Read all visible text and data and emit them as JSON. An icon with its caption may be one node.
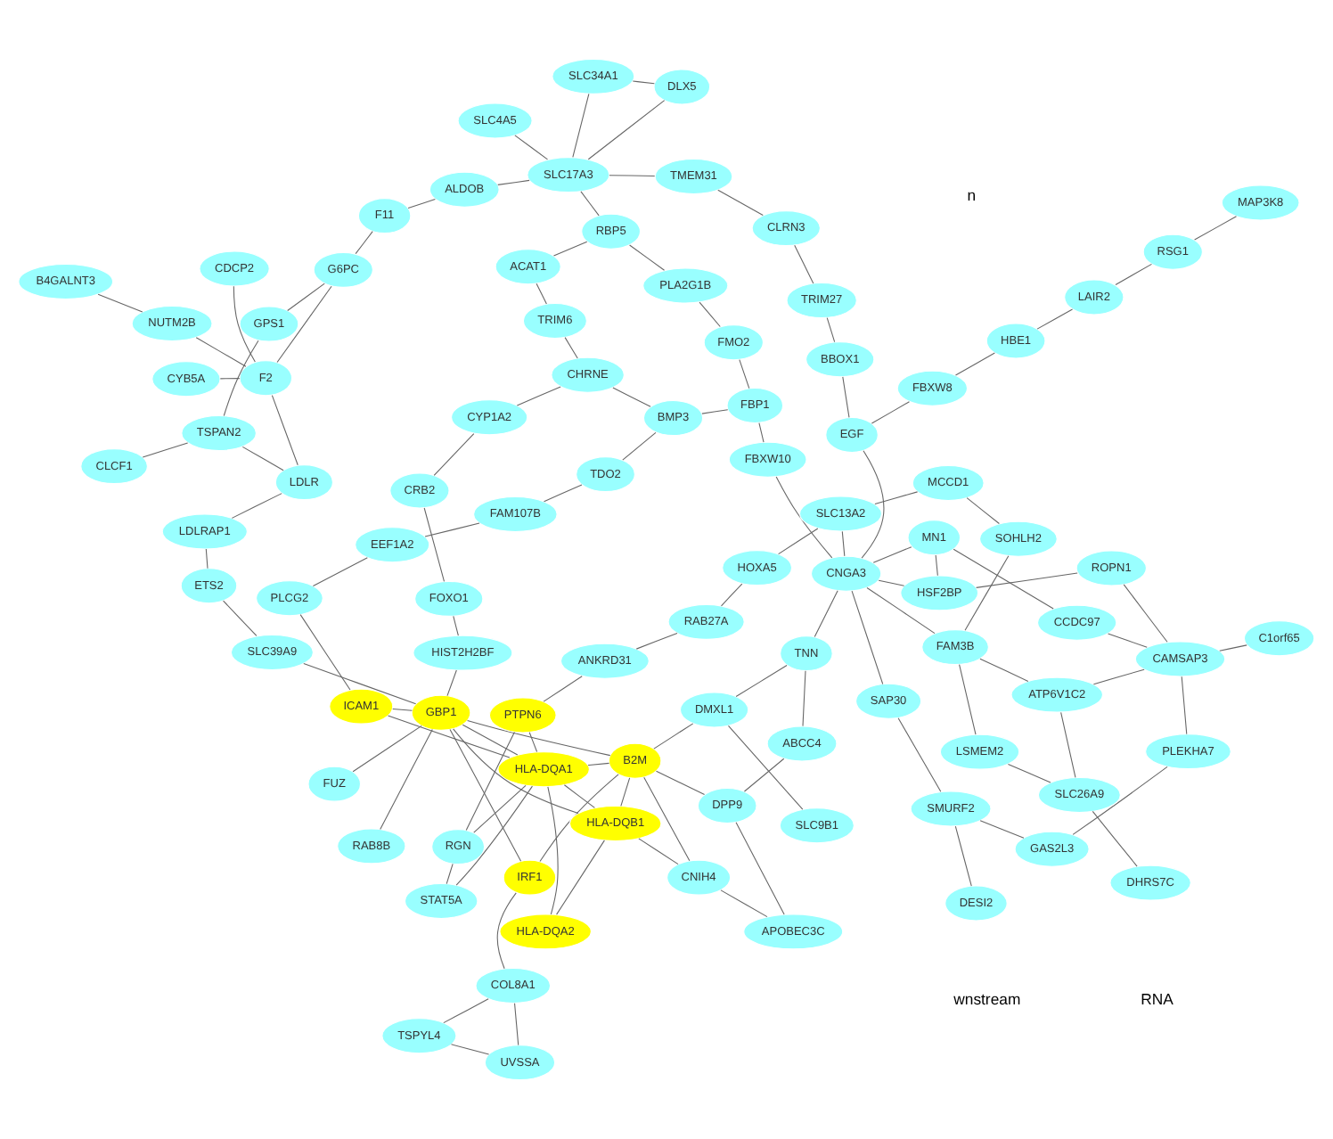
{
  "diagram": {
    "nodes": [
      {
        "text": [
          "PLEKHA7"
        ]
      },
      {
        "text": [
          "C1orf65"
        ]
      },
      {
        "text": [
          "GAS2L3"
        ]
      },
      {
        "text": [
          "DESI2"
        ]
      },
      {
        "text": [
          "CAMSAP3"
        ]
      },
      {
        "text": [
          "DHRS7C"
        ]
      },
      {
        "text": [
          "SLC26A9"
        ]
      },
      {
        "text": [
          "SMURF2"
        ]
      },
      {
        "text": [
          "SLC9B1"
        ]
      },
      {
        "text": [
          "ROPN1"
        ]
      },
      {
        "text": [
          "CCDC97"
        ]
      },
      {
        "text": [
          "SAP30"
        ]
      },
      {
        "text": [
          "DMXL1"
        ]
      },
      {
        "text": [
          "LSMEM2"
        ]
      },
      {
        "text": [
          "ATP6V1C2"
        ]
      },
      {
        "text": [
          "HSF2BP"
        ]
      },
      {
        "text": [
          "MN1"
        ]
      },
      {
        "text": [
          "TNN"
        ]
      },
      {
        "text": [
          "FAM3B"
        ]
      },
      {
        "text": [
          "FBXW10"
        ]
      },
      {
        "text": [
          "UVSSA"
        ]
      },
      {
        "text": [
          "ABCC4"
        ]
      },
      {
        "text": [
          "DPP9"
        ]
      },
      {
        "text": [
          "B2M"
        ]
      },
      {
        "text": [
          "APOBEC3C"
        ]
      },
      {
        "text": [
          "SOHLH2"
        ]
      },
      {
        "text": [
          "CNGA3"
        ]
      },
      {
        "text": [
          "TSPYL4"
        ]
      },
      {
        "text": [
          "COL8A1"
        ]
      },
      {
        "text": [
          "CNIH4"
        ]
      },
      {
        "text": [
          "IRF1"
        ]
      },
      {
        "text": [
          "HLA-DQB1"
        ]
      },
      {
        "text": [
          "HLA-DQA2"
        ]
      },
      {
        "text": [
          "MCCD1"
        ]
      },
      {
        "text": [
          "SLC13A2"
        ]
      },
      {
        "text": [
          "HOXA5"
        ]
      },
      {
        "text": [
          "RAB27A"
        ]
      },
      {
        "text": [
          "ANKRD31"
        ]
      },
      {
        "text": [
          "PTPN6"
        ]
      },
      {
        "text": [
          "RGN"
        ]
      },
      {
        "text": [
          "CLRN3"
        ]
      },
      {
        "text": [
          "TRIM27"
        ]
      },
      {
        "text": [
          "TMEM31"
        ]
      },
      {
        "text": [
          "BBOX1"
        ]
      },
      {
        "text": [
          "EGF"
        ]
      },
      {
        "text": [
          "FBXW8"
        ]
      },
      {
        "text": [
          "HBE1"
        ]
      },
      {
        "text": [
          "LAIR2"
        ]
      },
      {
        "text": [
          "STAT5A"
        ]
      },
      {
        "text": [
          "HLA-DQA1"
        ]
      },
      {
        "text": [
          "SLC34A1"
        ]
      },
      {
        "text": [
          "DLX5"
        ]
      },
      {
        "text": [
          "FBP1"
        ]
      },
      {
        "text": [
          "RSG1"
        ]
      },
      {
        "text": [
          "MAP3K8"
        ]
      },
      {
        "text": [
          "SLC17A3"
        ]
      },
      {
        "text": [
          "SLC4A5"
        ]
      },
      {
        "text": [
          "FMO2"
        ]
      },
      {
        "text": [
          "PLA2G1B"
        ]
      },
      {
        "text": [
          "RBP5"
        ]
      },
      {
        "text": [
          "BMP3"
        ]
      },
      {
        "text": [
          "TDO2"
        ]
      },
      {
        "text": [
          "FAM107B"
        ]
      },
      {
        "text": [
          "EEF1A2"
        ]
      },
      {
        "text": [
          "PLCG2"
        ]
      },
      {
        "text": [
          "ICAM1"
        ]
      },
      {
        "text": [
          "ACAT1"
        ]
      },
      {
        "text": [
          "TRIM6"
        ]
      },
      {
        "text": [
          "CHRNE"
        ]
      },
      {
        "text": [
          "CYP1A2"
        ]
      },
      {
        "text": [
          "CRB2"
        ]
      },
      {
        "text": [
          "FOXO1"
        ]
      },
      {
        "text": [
          "HIST2H2BF"
        ]
      },
      {
        "text": [
          "ALDOB"
        ]
      },
      {
        "text": [
          "F11"
        ]
      },
      {
        "text": [
          "G6PC"
        ]
      },
      {
        "text": [
          "FUZ"
        ]
      },
      {
        "text": [
          "GBP1"
        ]
      },
      {
        "text": [
          "SLC39A9"
        ]
      },
      {
        "text": [
          "CYB5A"
        ]
      },
      {
        "text": [
          "CDCP2"
        ]
      },
      {
        "text": [
          "F2"
        ]
      },
      {
        "text": [
          "GPS1"
        ]
      },
      {
        "text": [
          "CLCF1"
        ]
      },
      {
        "text": [
          "ETS2"
        ]
      },
      {
        "text": [
          "RAB8B"
        ]
      },
      {
        "text": [
          "NUTM2B"
        ]
      },
      {
        "text": [
          "LDLRAP1"
        ]
      },
      {
        "text": [
          "TSPAN2"
        ]
      },
      {
        "text": [
          "B4GALNT3"
        ]
      },
      {
        "text": [
          "LDLR"
        ]
      }
    ],
    "edges": [
      {
        "from": 0,
        "to": 4,
        "arrow": "none"
      },
      {
        "from": 1,
        "to": 4,
        "arrow": "none"
      },
      {
        "from": 0,
        "to": 2,
        "arrow": "none"
      },
      {
        "from": 2,
        "to": 7,
        "arrow": "none"
      },
      {
        "from": 3,
        "to": 7,
        "arrow": "none"
      },
      {
        "from": 7,
        "to": 11,
        "arrow": "none"
      },
      {
        "from": 8,
        "to": 12,
        "arrow": "none"
      },
      {
        "from": 12,
        "to": 17,
        "arrow": "none"
      },
      {
        "from": 12,
        "to": 23,
        "arrow": "none"
      },
      {
        "from": 5,
        "to": 6,
        "arrow": "none"
      },
      {
        "from": 6,
        "to": 13,
        "arrow": "none"
      },
      {
        "from": 6,
        "to": 14,
        "arrow": "none"
      },
      {
        "from": 4,
        "to": 14,
        "arrow": "none"
      },
      {
        "from": 4,
        "to": 9,
        "arrow": "none"
      },
      {
        "from": 4,
        "to": 10,
        "arrow": "none"
      },
      {
        "from": 10,
        "to": 16,
        "arrow": "none"
      },
      {
        "from": 15,
        "to": 16,
        "arrow": "none"
      },
      {
        "from": 15,
        "to": 26,
        "arrow": "none"
      },
      {
        "from": 14,
        "to": 18,
        "arrow": "none"
      },
      {
        "from": 13,
        "to": 18,
        "arrow": "none"
      },
      {
        "from": 9,
        "to": 15,
        "arrow": "none"
      },
      {
        "from": 16,
        "to": 26,
        "arrow": "none"
      },
      {
        "from": 18,
        "to": 26,
        "arrow": "none"
      },
      {
        "from": 19,
        "to": 26,
        "arrow": "none"
      },
      {
        "from": 19,
        "to": 52,
        "arrow": "none"
      },
      {
        "from": 25,
        "to": 33,
        "arrow": "none"
      },
      {
        "from": 26,
        "to": 17,
        "arrow": "none"
      },
      {
        "from": 26,
        "to": 44,
        "arrow": "none"
      },
      {
        "from": 26,
        "to": 34,
        "arrow": "none"
      },
      {
        "from": 17,
        "to": 21,
        "arrow": "none"
      },
      {
        "from": 11,
        "to": 26,
        "arrow": "none"
      },
      {
        "from": 20,
        "to": 28,
        "arrow": "none"
      },
      {
        "from": 23,
        "to": 31,
        "arrow": "none"
      },
      {
        "from": 23,
        "to": 49,
        "arrow": "none"
      },
      {
        "from": 23,
        "to": 77,
        "arrow": "none"
      },
      {
        "from": 23,
        "to": 30,
        "arrow": "none"
      },
      {
        "from": 23,
        "to": 29,
        "arrow": "none"
      },
      {
        "from": 22,
        "to": 23,
        "arrow": "none"
      },
      {
        "from": 31,
        "to": 32,
        "arrow": "none"
      },
      {
        "from": 31,
        "to": 49,
        "arrow": "none"
      },
      {
        "from": 31,
        "to": 77,
        "arrow": "none"
      },
      {
        "from": 32,
        "to": 49,
        "arrow": "none"
      },
      {
        "from": 49,
        "to": 65,
        "arrow": "none"
      },
      {
        "from": 49,
        "to": 77,
        "arrow": "none"
      },
      {
        "from": 38,
        "to": 49,
        "arrow": "none"
      },
      {
        "from": 48,
        "to": 49,
        "arrow": "none"
      },
      {
        "from": 39,
        "to": 49,
        "arrow": "none"
      },
      {
        "from": 65,
        "to": 77,
        "arrow": "none"
      },
      {
        "from": 30,
        "to": 77,
        "arrow": "none"
      },
      {
        "from": 29,
        "to": 31,
        "arrow": "none"
      },
      {
        "from": 72,
        "to": 77,
        "arrow": "none"
      },
      {
        "from": 76,
        "to": 77,
        "arrow": "none"
      },
      {
        "from": 77,
        "to": 85,
        "arrow": "none"
      },
      {
        "from": 77,
        "to": 78,
        "arrow": "none"
      },
      {
        "from": 84,
        "to": 87,
        "arrow": "none"
      },
      {
        "from": 84,
        "to": 78,
        "arrow": "none"
      },
      {
        "from": 83,
        "to": 88,
        "arrow": "none"
      },
      {
        "from": 88,
        "to": 90,
        "arrow": "none"
      },
      {
        "from": 87,
        "to": 90,
        "arrow": "none"
      },
      {
        "from": 81,
        "to": 90,
        "arrow": "none"
      },
      {
        "from": 81,
        "to": 86,
        "arrow": "none"
      },
      {
        "from": 86,
        "to": 89,
        "arrow": "none"
      },
      {
        "from": 79,
        "to": 81,
        "arrow": "none"
      },
      {
        "from": 80,
        "to": 81,
        "arrow": "none"
      },
      {
        "from": 82,
        "to": 88,
        "arrow": "none"
      },
      {
        "from": 55,
        "to": 56,
        "arrow": "none"
      },
      {
        "from": 55,
        "to": 59,
        "arrow": "none"
      },
      {
        "from": 55,
        "to": 73,
        "arrow": "none"
      },
      {
        "from": 55,
        "to": 42,
        "arrow": "none"
      },
      {
        "from": 55,
        "to": 50,
        "arrow": "none"
      },
      {
        "from": 42,
        "to": 40,
        "arrow": "none"
      },
      {
        "from": 40,
        "to": 41,
        "arrow": "none"
      },
      {
        "from": 41,
        "to": 43,
        "arrow": "none"
      },
      {
        "from": 43,
        "to": 44,
        "arrow": "none"
      },
      {
        "from": 44,
        "to": 45,
        "arrow": "none"
      },
      {
        "from": 45,
        "to": 46,
        "arrow": "none"
      },
      {
        "from": 46,
        "to": 47,
        "arrow": "none"
      },
      {
        "from": 47,
        "to": 53,
        "arrow": "none"
      },
      {
        "from": 53,
        "to": 54,
        "arrow": "none"
      },
      {
        "from": 52,
        "to": 57,
        "arrow": "none"
      },
      {
        "from": 57,
        "to": 58,
        "arrow": "none"
      },
      {
        "from": 58,
        "to": 59,
        "arrow": "none"
      },
      {
        "from": 59,
        "to": 66,
        "arrow": "none"
      },
      {
        "from": 60,
        "to": 61,
        "arrow": "none"
      },
      {
        "from": 61,
        "to": 62,
        "arrow": "none"
      },
      {
        "from": 62,
        "to": 63,
        "arrow": "none"
      },
      {
        "from": 63,
        "to": 64,
        "arrow": "none"
      },
      {
        "from": 64,
        "to": 65,
        "arrow": "none"
      },
      {
        "from": 66,
        "to": 67,
        "arrow": "none"
      },
      {
        "from": 67,
        "to": 68,
        "arrow": "none"
      },
      {
        "from": 68,
        "to": 69,
        "arrow": "none"
      },
      {
        "from": 69,
        "to": 70,
        "arrow": "none"
      },
      {
        "from": 70,
        "to": 71,
        "arrow": "none"
      },
      {
        "from": 71,
        "to": 72,
        "arrow": "none"
      },
      {
        "from": 73,
        "to": 74,
        "arrow": "none"
      },
      {
        "from": 74,
        "to": 75,
        "arrow": "none"
      },
      {
        "from": 75,
        "to": 81,
        "arrow": "none"
      },
      {
        "from": 75,
        "to": 82,
        "arrow": "none"
      },
      {
        "from": 33,
        "to": 34,
        "arrow": "none"
      },
      {
        "from": 34,
        "to": 35,
        "arrow": "none"
      },
      {
        "from": 35,
        "to": 36,
        "arrow": "none"
      },
      {
        "from": 36,
        "to": 37,
        "arrow": "none"
      },
      {
        "from": 37,
        "to": 38,
        "arrow": "none"
      },
      {
        "from": 38,
        "to": 39,
        "arrow": "none"
      },
      {
        "from": 39,
        "to": 48,
        "arrow": "none"
      },
      {
        "from": 28,
        "to": 30,
        "arrow": "none"
      },
      {
        "from": 24,
        "to": 29,
        "arrow": "none"
      },
      {
        "from": 21,
        "to": 22,
        "arrow": "none"
      },
      {
        "from": 22,
        "to": 24,
        "arrow": "none"
      },
      {
        "from": 25,
        "to": 18,
        "arrow": "none"
      },
      {
        "from": 51,
        "to": 55,
        "arrow": "none"
      },
      {
        "from": 51,
        "to": 50,
        "arrow": "none"
      },
      {
        "from": 52,
        "to": 60,
        "arrow": "none"
      },
      {
        "from": 68,
        "to": 60,
        "arrow": "none"
      },
      {
        "from": 20,
        "to": 27,
        "arrow": "none"
      },
      {
        "from": 27,
        "to": 28,
        "arrow": "none"
      }
    ],
    "labels": [
      "n",
      "wnstream",
      "RNA"
    ]
  }
}
